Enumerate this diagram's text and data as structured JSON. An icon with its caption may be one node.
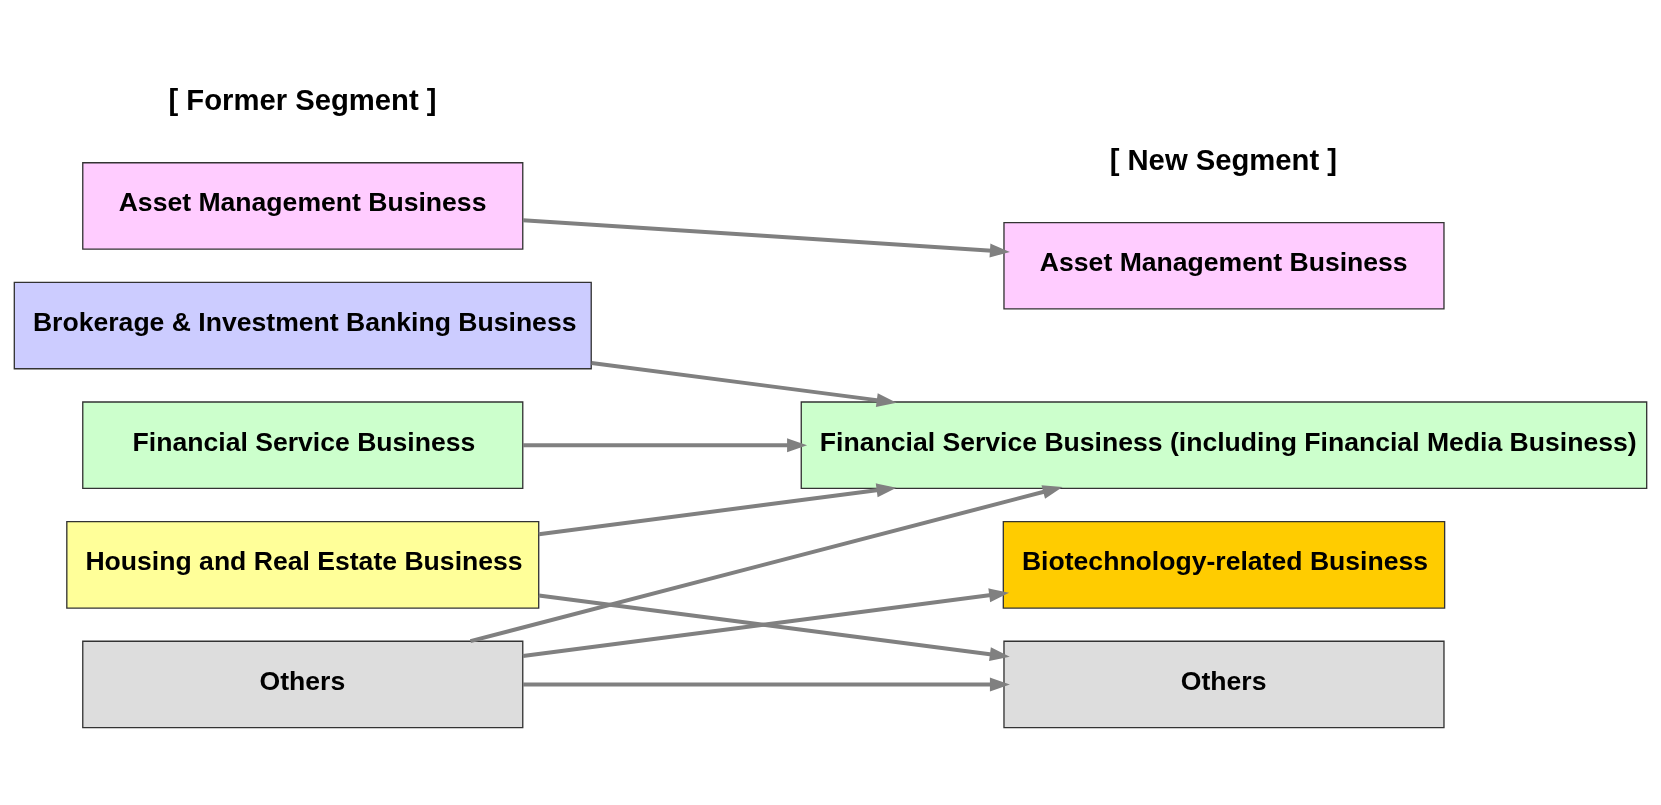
{
  "diagram": {
    "nodes": [
      {
        "text": [
          "Asset Management Business"
        ]
      },
      {
        "text": [
          "Brokerage & Investment Banking Business"
        ]
      },
      {
        "text": [
          "Financial Service Business"
        ]
      },
      {
        "text": [
          "Housing and Real Estate Business"
        ]
      },
      {
        "text": [
          "Others"
        ]
      },
      {
        "text": [
          "Asset Management Business"
        ]
      },
      {
        "text": [
          "Financial Service Business (including Financial Media Business)"
        ]
      },
      {
        "text": [
          "Biotechnology-related Business"
        ]
      },
      {
        "text": [
          "Others"
        ]
      }
    ],
    "edges": [
      {
        "from": 0,
        "to": 5,
        "arrow": "to"
      },
      {
        "from": 1,
        "to": 6,
        "arrow": "to"
      },
      {
        "from": 2,
        "to": 6,
        "arrow": "to"
      },
      {
        "from": 3,
        "to": 6,
        "arrow": "to"
      },
      {
        "from": 3,
        "to": 8,
        "arrow": "to"
      },
      {
        "from": 4,
        "to": 6,
        "arrow": "to"
      },
      {
        "from": 4,
        "to": 7,
        "arrow": "to"
      },
      {
        "from": 4,
        "to": 8,
        "arrow": "to"
      }
    ],
    "labels": [
      "[ Former Segment ]",
      "[ New Segment ]"
    ]
  }
}
